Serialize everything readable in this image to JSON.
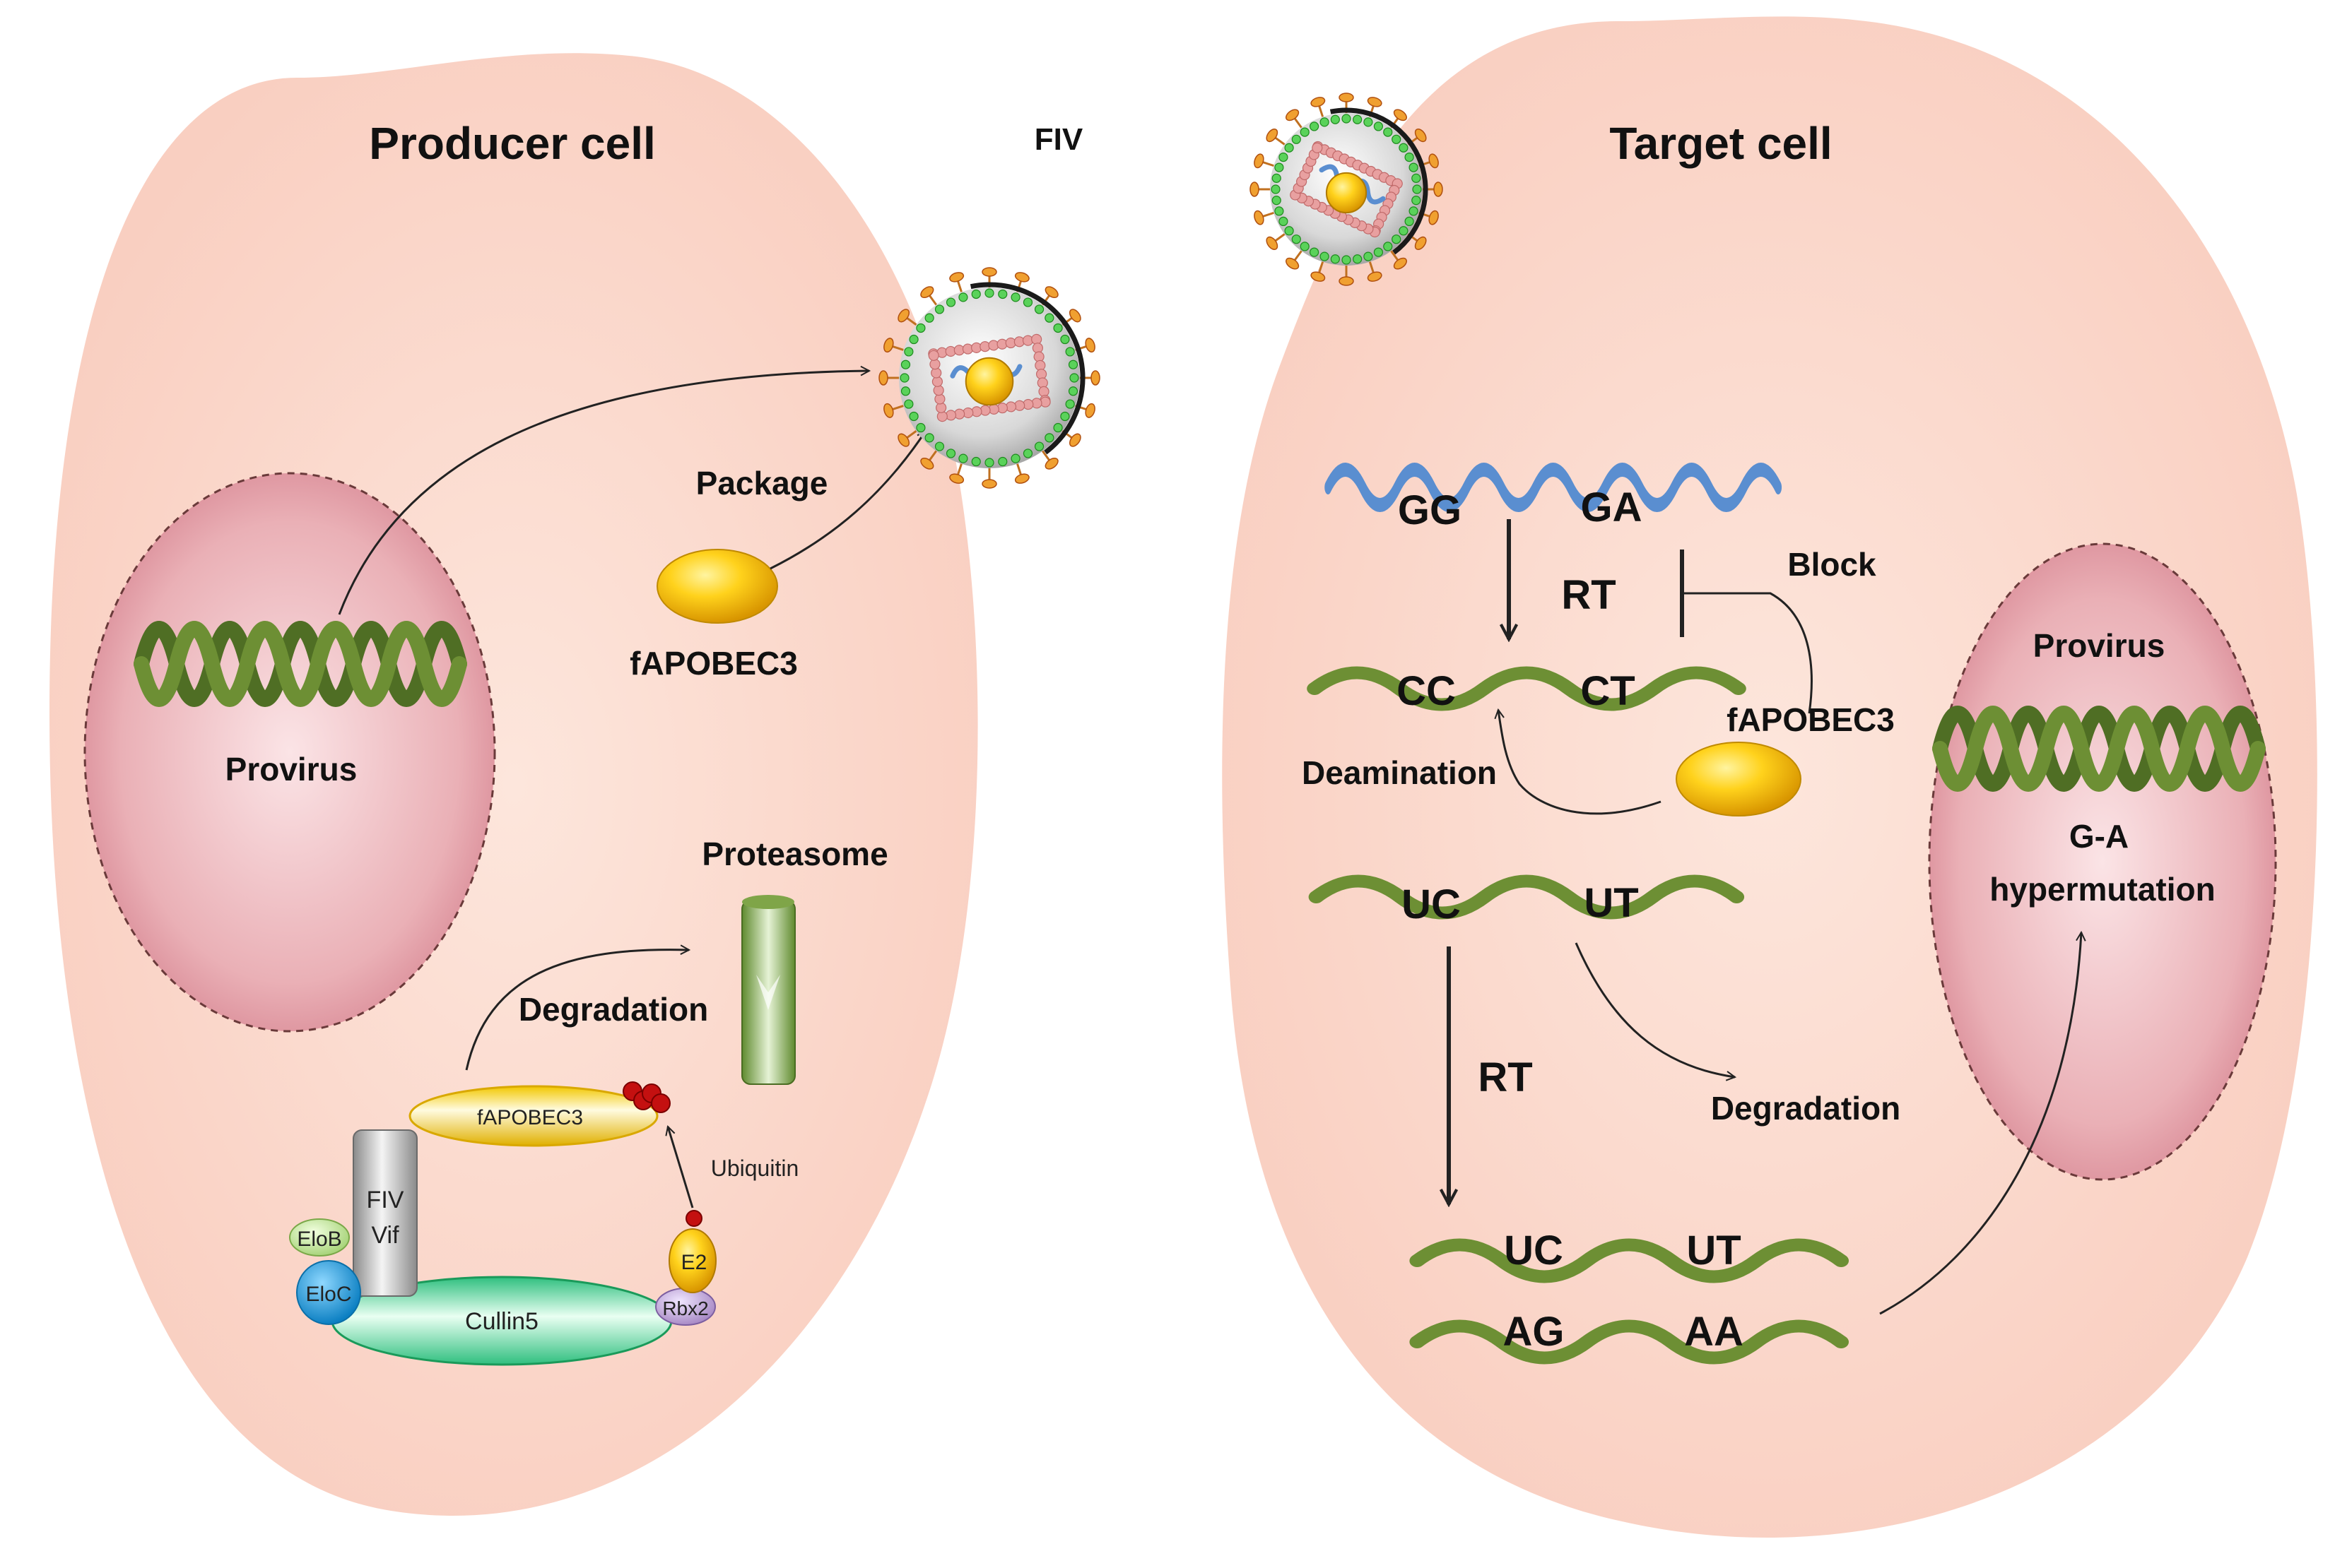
{
  "colors": {
    "cell": "#fbd3c6",
    "nucleus": "#e8a3ac",
    "dna": "#5a7a2a",
    "rna": "#5a8ed0",
    "protein": "#f0b400",
    "mutation": "#e01010",
    "cullin": "#5cd29a",
    "eloc": "#1e9ad6",
    "rbx2": "#c5a8d6",
    "envelope_spikes": "#f0a030",
    "capsid_beads": "#e8a0a0",
    "matrix_beads": "#5ad25a"
  },
  "producer": {
    "title": "Producer cell",
    "provirus": "Provirus",
    "package": "Package",
    "fapobec3": "fAPOBEC3",
    "proteasome": "Proteasome",
    "degradation": "Degradation",
    "complex": {
      "fapobec3": "fAPOBEC3",
      "fiv": "FIV",
      "vif": "Vif",
      "elob": "EloB",
      "eloc": "EloC",
      "cullin5": "Cullin5",
      "e2": "E2",
      "rbx2": "Rbx2",
      "ubiquitin": "Ubiquitin"
    }
  },
  "virion_label": "FIV",
  "target": {
    "title": "Target cell",
    "rna_left": "GG",
    "rna_right": "GA",
    "rt_1": "RT",
    "block": "Block",
    "cdna_left": "CC",
    "cdna_right": "CT",
    "fapobec3": "fAPOBEC3",
    "deamination": "Deamination",
    "deam_left": {
      "mut": "U",
      "base": "C"
    },
    "deam_right": {
      "mut": "U",
      "base": "T"
    },
    "rt_2": "RT",
    "degradation": "Degradation",
    "ds_top_left": {
      "mut": "U",
      "base": "C"
    },
    "ds_top_right": {
      "mut": "U",
      "base": "T"
    },
    "ds_bottom_left": {
      "mut": "A",
      "base": "G"
    },
    "ds_bottom_right": {
      "mut": "A",
      "base": "A"
    },
    "provirus": "Provirus",
    "mutation_line1": "G-A",
    "mutation_line2": "hypermutation"
  }
}
